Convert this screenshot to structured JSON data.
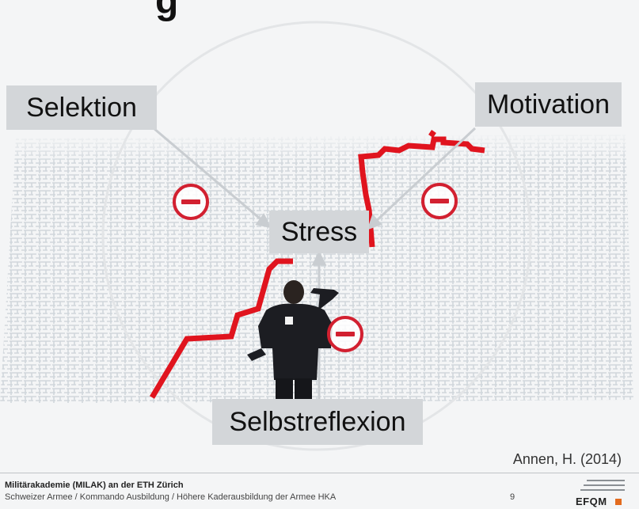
{
  "title_fragment": "g",
  "nodes": {
    "selektion": "Selektion",
    "motivation": "Motivation",
    "stress": "Stress",
    "selbstreflexion": "Selbstreflexion"
  },
  "citation": "Annen, H. (2014)",
  "footer": {
    "line1": "Militärakademie (MILAK) an der ETH Zürich",
    "line2": "Schweizer Armee / Kommando Ausbildung / Höhere Kaderausbildung der Armee HKA",
    "page": "9",
    "logo": "EFQM"
  },
  "colors": {
    "label_bg": "#d3d6d9",
    "minus_red": "#d22030",
    "path_red": "#e0141e",
    "circle": "#e3e5e7"
  }
}
